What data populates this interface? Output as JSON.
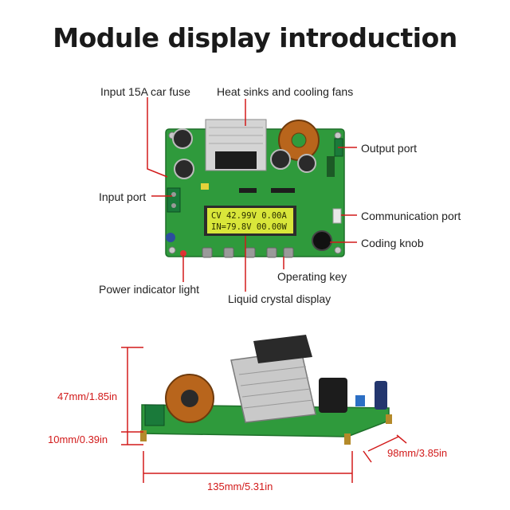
{
  "title": "Module display introduction",
  "callouts": {
    "input_fuse": "Input 15A car fuse",
    "heat_sinks": "Heat sinks and cooling fans",
    "output_port": "Output port",
    "input_port": "Input port",
    "communication_port": "Communication port",
    "coding_knob": "Coding knob",
    "power_indicator": "Power indicator light",
    "operating_key": "Operating key",
    "lcd": "Liquid crystal display"
  },
  "lcd": {
    "line1": "CV 42.99V  0.00A",
    "line2": " IN=79.8V 00.00W"
  },
  "dimensions": {
    "height": "47mm/1.85in",
    "base": "10mm/0.39in",
    "width": "135mm/5.31in",
    "depth": "98mm/3.85in"
  },
  "colors": {
    "pcb": "#2f9a3c",
    "lcd": "#d9e63a",
    "dimension": "#d21a1a"
  }
}
